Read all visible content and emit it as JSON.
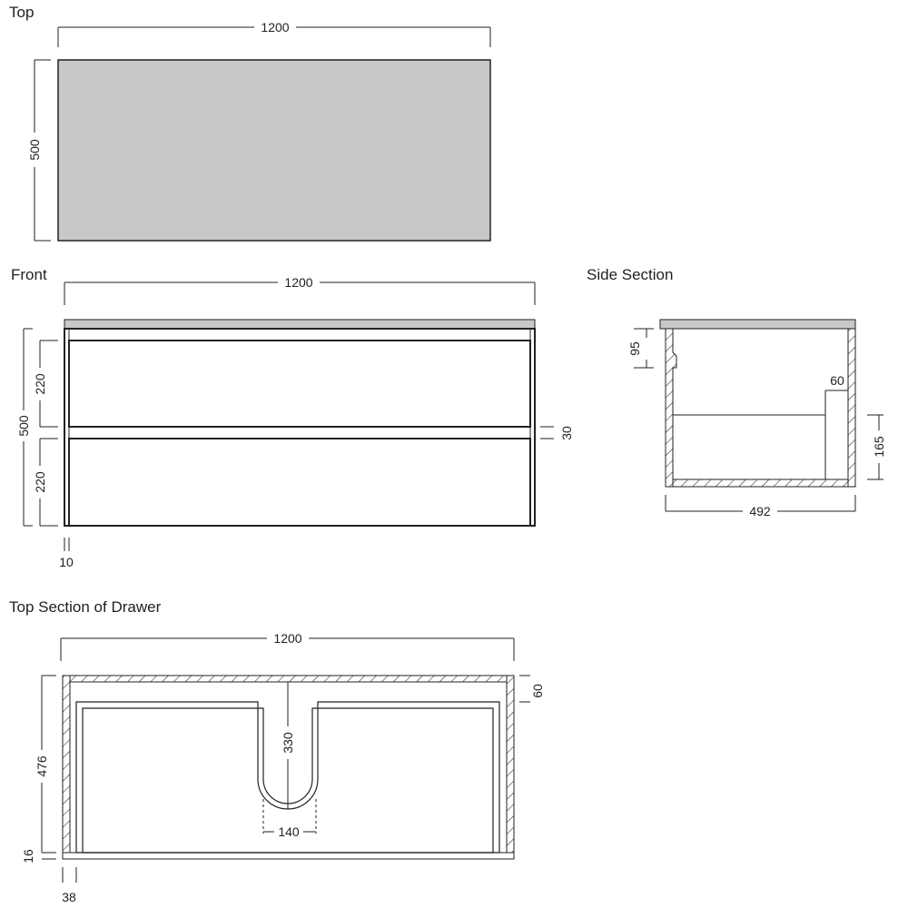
{
  "views": {
    "top": {
      "title": "Top",
      "width": "1200",
      "depth": "500",
      "fill_color": "#c8c8c8"
    },
    "front": {
      "title": "Front",
      "width": "1200",
      "height": "500",
      "drawer_upper": "220",
      "drawer_lower": "220",
      "gap": "30",
      "side": "10",
      "top_color": "#c8c8c8"
    },
    "side_section": {
      "title": "Side Section",
      "lip": "95",
      "back_gap": "60",
      "drawer_height": "165",
      "depth": "492"
    },
    "drawer_section": {
      "title": "Top Section of Drawer",
      "width": "1200",
      "depth": "476",
      "front": "16",
      "side": "38",
      "back": "60",
      "cutout_depth": "330",
      "cutout_width": "140"
    }
  }
}
